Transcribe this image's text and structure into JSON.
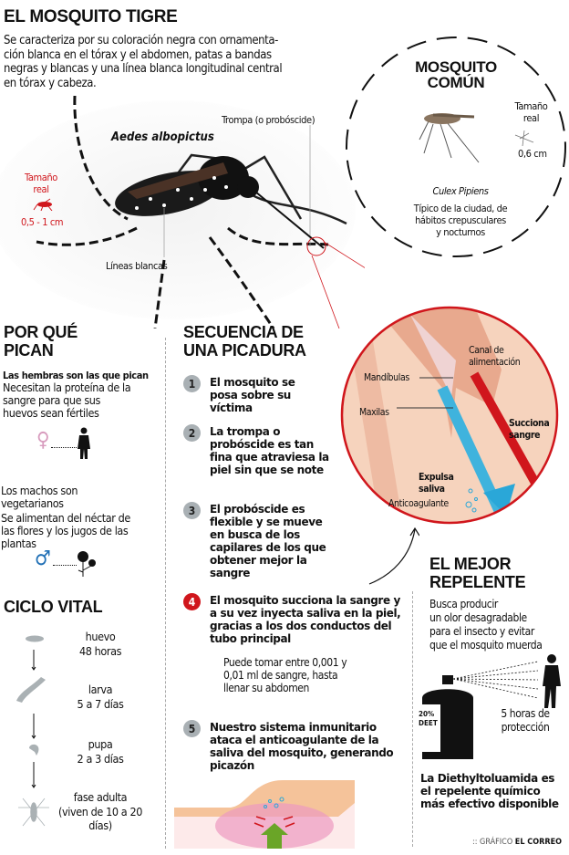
{
  "header": {
    "title": "EL MOSQUITO TIGRE",
    "intro": [
      "Se caracteriza por su coloración negra con ornamenta-",
      "ción blanca en el tórax y el abdomen, patas a bandas",
      "negras y blancas y una línea blanca longitudinal central",
      "en tórax y cabeza."
    ]
  },
  "tiger": {
    "species": "Aedes albopictus",
    "proboscis_label": "Trompa (o probóscide)",
    "size_label": [
      "Tamaño",
      "real"
    ],
    "size_value": "0,5 - 1 cm",
    "lines_label": "Líneas blancas",
    "accent_color": "#d0161c"
  },
  "common": {
    "title": [
      "MOSQUITO",
      "COMÚN"
    ],
    "size_label": [
      "Tamaño",
      "real"
    ],
    "size_value": "0,6 cm",
    "species": "Culex Pipiens",
    "description": [
      "Típico de la ciudad, de",
      "hábitos crepusculares",
      "y nocturnos"
    ]
  },
  "closeup": {
    "canal": [
      "Canal de",
      "alimentación"
    ],
    "mandibulas": "Mandíbulas",
    "maxilas": "Maxilas",
    "succiona": [
      "Succiona",
      "sangre"
    ],
    "expulsa": [
      "Expulsa",
      "saliva"
    ],
    "anticoagulante": "Anticoagulante"
  },
  "why": {
    "title": [
      "POR QUÉ",
      "PICAN"
    ],
    "females_heading": "Las hembras son las que pican",
    "females_text": [
      "Necesitan la proteína de la",
      "sangre para que sus",
      "huevos sean fértiles"
    ],
    "males_text": [
      "Los machos son",
      "vegetarianos"
    ],
    "males_text2": [
      "Se alimentan del néctar de",
      "las flores y los jugos de las",
      "plantas"
    ]
  },
  "sequence": {
    "title": [
      "SECUENCIA DE",
      "UNA PICADURA"
    ],
    "steps": [
      {
        "num": "1",
        "text": "El mosquito se posa sobre su víctima"
      },
      {
        "num": "2",
        "text": "La trompa o probóscide es tan fina que atraviesa la piel sin que se note"
      },
      {
        "num": "3",
        "text": "El probóscide es flexible y se mueve en busca de los capilares de los que obtener mejor la sangre"
      },
      {
        "num": "4",
        "text": "El mosquito succiona la sangre y a su vez inyecta saliva en la piel, gracias a los dos conductos del tubo principal"
      },
      {
        "num": "5",
        "text": "Nuestro sistema inmunitario ataca el anticoagulante de la saliva del mosquito, generando picazón"
      }
    ],
    "note": "Puede tomar entre 0,001 y 0,01 ml de sangre, hasta llenar su abdomen"
  },
  "cycle": {
    "title": "CICLO VITAL",
    "stages": [
      {
        "name": "huevo",
        "duration": "48 horas"
      },
      {
        "name": "larva",
        "duration": "5 a 7 días"
      },
      {
        "name": "pupa",
        "duration": "2 a 3 días"
      },
      {
        "name": "fase adulta",
        "duration": "(viven de 10 a 20 días)"
      }
    ]
  },
  "repellent": {
    "title": [
      "EL MEJOR",
      "REPELENTE"
    ],
    "text": [
      "Busca producir",
      "un olor desagradable",
      "para el insecto y evitar",
      "que el mosquito muerda"
    ],
    "bottle_label": [
      "20%",
      "DEET"
    ],
    "protection": [
      "5 horas de",
      "protección"
    ],
    "conclusion": [
      "La Diethyltoluamida es",
      "el repelente químico",
      "más efectivo disponible"
    ]
  },
  "footer": {
    "prefix": ":: GRÁFICO",
    "brand": "EL CORREO"
  }
}
